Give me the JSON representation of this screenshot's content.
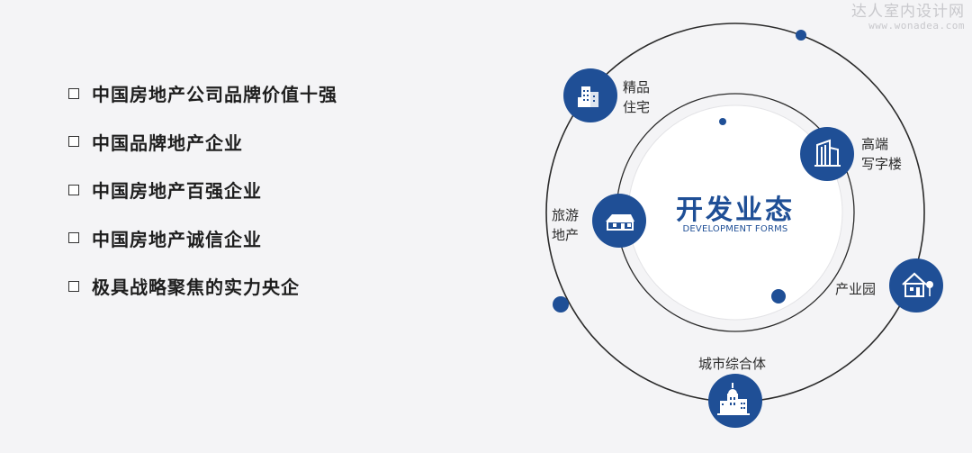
{
  "watermark": {
    "cn": "达人室内设计网",
    "url": "www.wonadea.com"
  },
  "features": [
    "中国房地产公司品牌价值十强",
    "中国品牌地产企业",
    "中国房地产百强企业",
    "中国房地产诚信企业",
    "极具战略聚焦的实力央企"
  ],
  "center": {
    "title": "开发业态",
    "subtitle": "DEVELOPMENT FORMS"
  },
  "forms": {
    "premium_residence": {
      "line1": "精品",
      "line2": "住宅",
      "icon": "apartment-buildings-icon"
    },
    "office": {
      "line1": "高端",
      "line2": "写字楼",
      "icon": "office-tower-icon"
    },
    "tourism": {
      "line1": "旅游",
      "line2": "地产",
      "icon": "resort-house-icon"
    },
    "industrial_park": {
      "line1": "产业园",
      "icon": "house-tree-icon"
    },
    "urban_complex": {
      "line1": "城市综合体",
      "icon": "city-complex-icon"
    }
  },
  "colors": {
    "primary": "#1f4f96",
    "ring": "#2b2b2b",
    "background": "#f4f4f6"
  }
}
